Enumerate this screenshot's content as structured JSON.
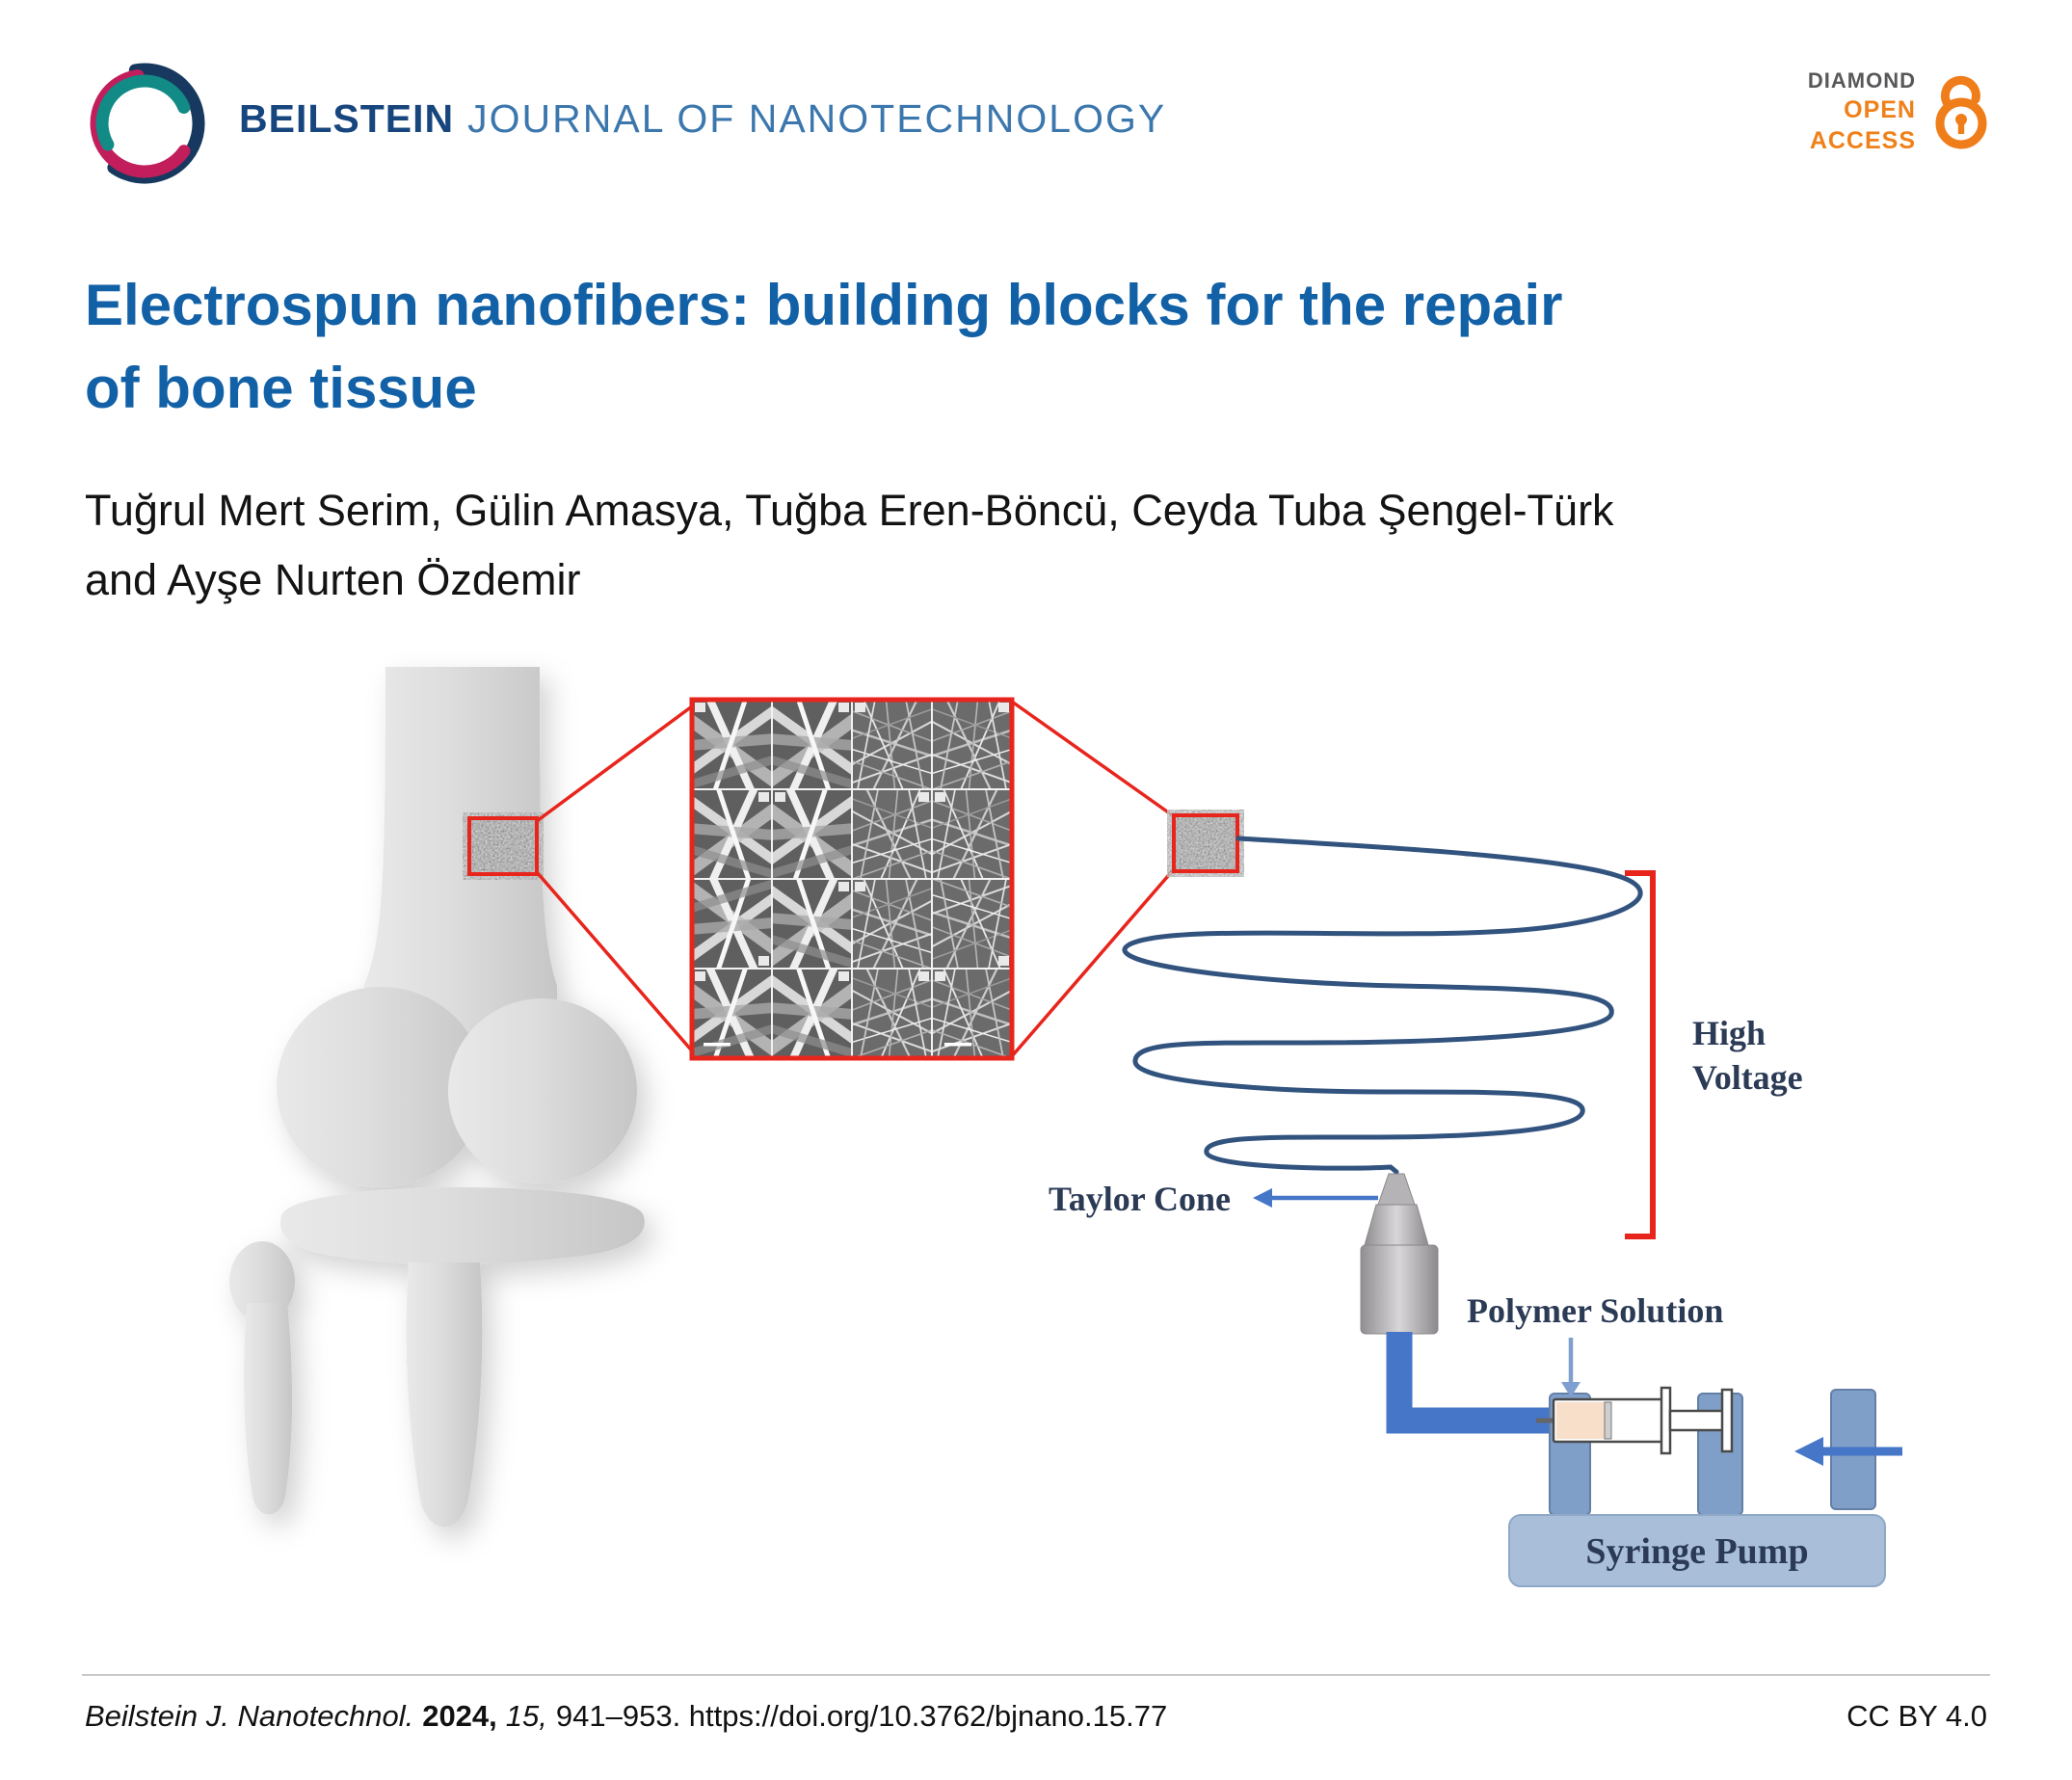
{
  "header": {
    "journal_bold": "BEILSTEIN",
    "journal_rest": "JOURNAL OF NANOTECHNOLOGY",
    "open_access": {
      "diamond": "DIAMOND",
      "open": "OPEN",
      "access": "ACCESS",
      "orange": "#f08019",
      "gray": "#58585a",
      "lock_icon": "open-access-lock-icon"
    },
    "logo_icon": "beilstein-swirl-logo",
    "brand_navy": "#17457e",
    "brand_blue": "#3b77ad"
  },
  "article": {
    "title_line1": "Electrospun nanofibers: building blocks for the repair",
    "title_line2": "of bone tissue",
    "title_color": "#1261a7",
    "authors_line1": "Tuğrul Mert Serim, Gülin Amasya, Tuğba Eren-Böncü, Ceyda Tuba Şengel-Türk",
    "authors_line2": "and Ayşe Nurten Özdemir"
  },
  "figure": {
    "high_voltage_line1": "High",
    "high_voltage_line2": "Voltage",
    "taylor_cone": "Taylor Cone",
    "polymer_solution": "Polymer Solution",
    "syringe_pump": "Syringe Pump",
    "zoom_red": "#e8251c",
    "coil_blue": "#31537e",
    "tube_blue": "#4576c8",
    "pump_block_blue": "#7f9fc8",
    "pump_base_blue": "#a9bfd9"
  },
  "footer": {
    "journal_abbrev": "Beilstein J. Nanotechnol.",
    "year": "2024,",
    "volume": "15,",
    "pages_doi": "941–953. https://doi.org/10.3762/bjnano.15.77",
    "license": "CC BY 4.0"
  }
}
